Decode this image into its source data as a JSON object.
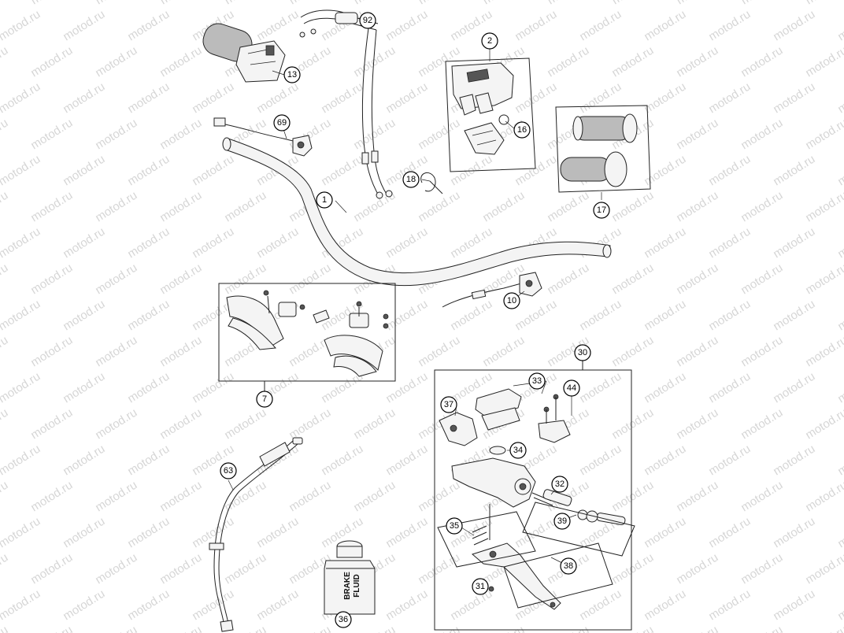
{
  "watermark": {
    "text": "motod.ru"
  },
  "bottle_label": {
    "line1": "BRAKE",
    "line2": "FLUID"
  },
  "callouts": [
    {
      "id": "1",
      "label": "1"
    },
    {
      "id": "2",
      "label": "2"
    },
    {
      "id": "7",
      "label": "7"
    },
    {
      "id": "10",
      "label": "10"
    },
    {
      "id": "13",
      "label": "13"
    },
    {
      "id": "16",
      "label": "16"
    },
    {
      "id": "17",
      "label": "17"
    },
    {
      "id": "18",
      "label": "18"
    },
    {
      "id": "30",
      "label": "30"
    },
    {
      "id": "31",
      "label": "31"
    },
    {
      "id": "32",
      "label": "32"
    },
    {
      "id": "33",
      "label": "33"
    },
    {
      "id": "34",
      "label": "34"
    },
    {
      "id": "35",
      "label": "35"
    },
    {
      "id": "36",
      "label": "36"
    },
    {
      "id": "37",
      "label": "37"
    },
    {
      "id": "38",
      "label": "38"
    },
    {
      "id": "39",
      "label": "39"
    },
    {
      "id": "44",
      "label": "44"
    },
    {
      "id": "63",
      "label": "63"
    },
    {
      "id": "69",
      "label": "69"
    },
    {
      "id": "92",
      "label": "92"
    }
  ]
}
